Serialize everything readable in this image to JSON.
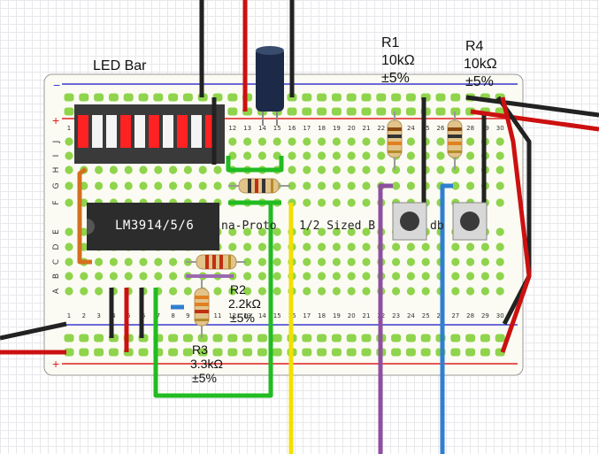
{
  "labels": {
    "led_bar": "LED Bar",
    "ic": "LM3914/5/6",
    "board_fragment_1": "na-Proto",
    "board_fragment_2": "1/2 Sized B",
    "board_fragment_3": "db",
    "r1": {
      "name": "R1",
      "value": "10kΩ",
      "tolerance": "±5%"
    },
    "r4": {
      "name": "R4",
      "value": "10kΩ",
      "tolerance": "±5%"
    },
    "r2": {
      "name": "R2",
      "value": "2.2kΩ",
      "tolerance": "±5%"
    },
    "r3": {
      "name": "R3",
      "value": "3.3kΩ",
      "tolerance": "±5%"
    }
  },
  "board": {
    "row_letters_top": [
      "J",
      "I",
      "H",
      "G",
      "F"
    ],
    "row_letters_bottom": [
      "E",
      "D",
      "C",
      "B",
      "A"
    ],
    "column_numbers": [
      "1",
      "2",
      "3",
      "4",
      "5",
      "6",
      "7",
      "8",
      "9",
      "10",
      "11",
      "12",
      "13",
      "14",
      "15",
      "16",
      "17",
      "18",
      "19",
      "20",
      "21",
      "22",
      "23",
      "24",
      "25",
      "26",
      "27",
      "28",
      "29",
      "30"
    ],
    "rail_minus": "−",
    "rail_plus": "+"
  },
  "colors": {
    "board": "#fbfbf3",
    "pad": "#8fd44c",
    "rail_red": "#e02020",
    "rail_blue": "#3a3ad0",
    "wire_black": "#222222",
    "wire_red": "#cc1010",
    "wire_green": "#22bb22",
    "wire_yellow": "#f2e000",
    "wire_purple": "#8e4fa0",
    "wire_blue": "#2f7fd0",
    "wire_orange": "#d46f1e",
    "ic_body": "#2c2c2c",
    "led_on": "#ff2222",
    "led_off": "#f4f4f4"
  }
}
